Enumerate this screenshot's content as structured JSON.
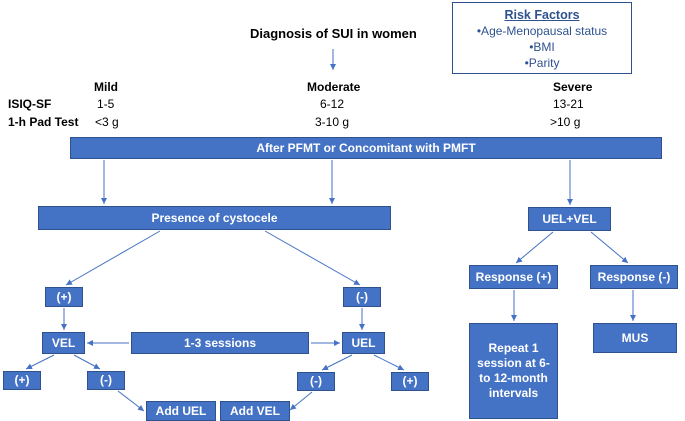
{
  "title": "Diagnosis of SUI in women",
  "risk_factors": {
    "title": "Risk Factors",
    "items": [
      "•Age-Menopausal status",
      "•BMI",
      "•Parity"
    ]
  },
  "severity_table": {
    "columns": [
      "Mild",
      "Moderate",
      "Severe"
    ],
    "rows": [
      {
        "label": "ISIQ-SF",
        "values": [
          "1-5",
          "6-12",
          "13-21"
        ]
      },
      {
        "label": "1-h Pad Test",
        "values": [
          "<3 g",
          "3-10 g",
          ">10 g"
        ]
      }
    ]
  },
  "boxes": {
    "banner": "After PFMT or Concomitant with PMFT",
    "cystocele": "Presence of cystocele",
    "uel_vel": "UEL+VEL",
    "plus_left": "(+)",
    "minus_mid": "(-)",
    "vel": "VEL",
    "sessions": "1-3 sessions",
    "uel": "UEL",
    "vel_plus": "(+)",
    "vel_minus": "(-)",
    "uel_minus": "(-)",
    "uel_plus": "(+)",
    "add_uel": "Add UEL",
    "add_vel": "Add VEL",
    "response_pos": "Response (+)",
    "response_neg": "Response (-)",
    "repeat": "Repeat 1 session at 6-to 12-month intervals",
    "mus": "MUS"
  },
  "colors": {
    "box_fill": "#4472C4",
    "box_border": "#2F528F",
    "line": "#4472C4",
    "text_on_box": "#FFFFFF"
  }
}
